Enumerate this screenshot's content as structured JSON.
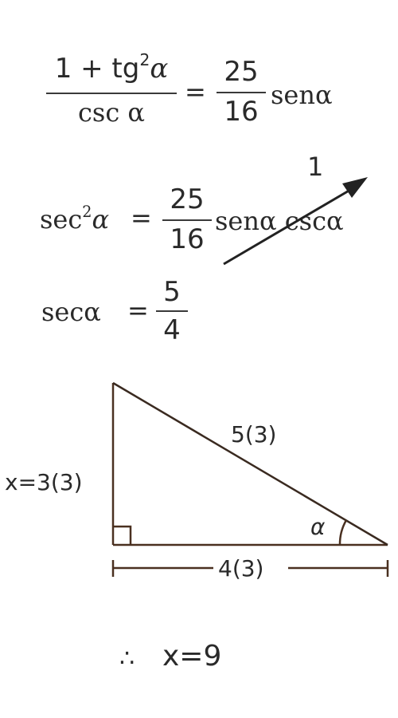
{
  "eq1": {
    "num_prefix": "1 + tg",
    "num_exp": "2",
    "num_alpha": "α",
    "den": "csc α",
    "equals": "=",
    "rhs_num": "25",
    "rhs_den": "16",
    "rhs_tail": "senα"
  },
  "eq2": {
    "lhs": "sec",
    "lhs_exp": "2",
    "lhs_alpha": "α",
    "equals": "=",
    "rhs_num": "25",
    "rhs_den": "16",
    "rhs_tail": "senα cscα",
    "arrow_label": "1"
  },
  "eq3": {
    "lhs": "secα",
    "equals": "=",
    "rhs_num": "5",
    "rhs_den": "4"
  },
  "triangle": {
    "hypotenuse_label": "5(3)",
    "leg_label": "x=3(3)",
    "base_label": "4(3)",
    "angle_label": "α"
  },
  "conclusion": {
    "therefore": "∴",
    "text": "x=9"
  }
}
